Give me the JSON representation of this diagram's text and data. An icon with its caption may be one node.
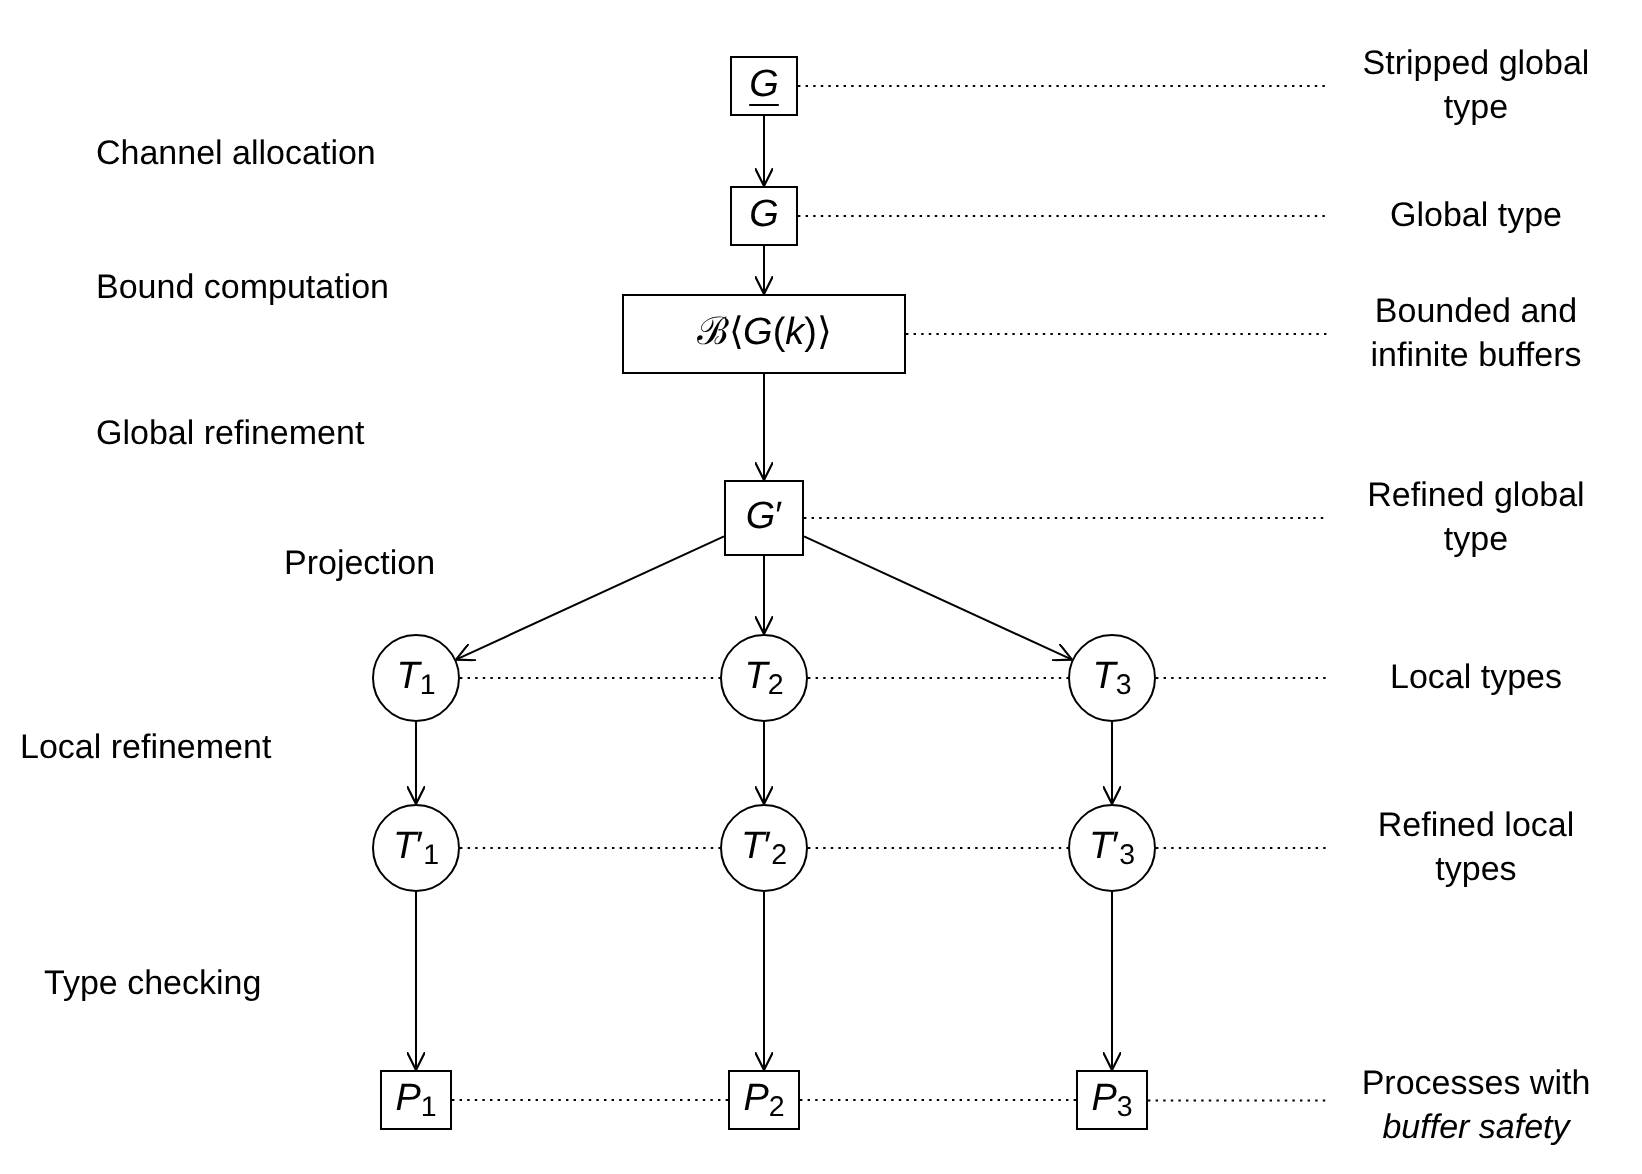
{
  "diagram": {
    "nodes": [
      {
        "text": [
          "*G*"
        ]
      },
      {
        "text": [
          "*G*"
        ]
      },
      {
        "text": [
          "ℬ⟨*G*(*k*)⟩"
        ]
      },
      {
        "text": [
          "*G*′"
        ]
      },
      {
        "text": [
          "*T*$_{1}$"
        ]
      },
      {
        "text": [
          "*T*$_{2}$"
        ]
      },
      {
        "text": [
          "*T*$_{3}$"
        ]
      },
      {
        "text": [
          "*T*′$_{1}$"
        ]
      },
      {
        "text": [
          "*T*′$_{2}$"
        ]
      },
      {
        "text": [
          "*T*′$_{3}$"
        ]
      },
      {
        "text": [
          "*P*$_{1}$"
        ]
      },
      {
        "text": [
          "*P*$_{2}$"
        ]
      },
      {
        "text": [
          "*P*$_{3}$"
        ]
      },
      {
        "text": [
          "Stripped global type"
        ]
      },
      {
        "text": [
          "Global type"
        ]
      },
      {
        "text": [
          "Bounded and infinite buffers"
        ]
      },
      {
        "text": [
          "Refined global type"
        ]
      },
      {
        "text": [
          "Local types"
        ]
      },
      {
        "text": [
          "Refined local types"
        ]
      },
      {
        "text": [
          "Processes with *buffer safety*"
        ]
      }
    ],
    "edges": [
      {
        "from": 0,
        "to": 1,
        "arrow": "to"
      },
      {
        "from": 1,
        "to": 2,
        "arrow": "to"
      },
      {
        "from": 2,
        "to": 3,
        "arrow": "to"
      },
      {
        "from": 3,
        "to": 4,
        "arrow": "to"
      },
      {
        "from": 3,
        "to": 5,
        "arrow": "to"
      },
      {
        "from": 3,
        "to": 6,
        "arrow": "to"
      },
      {
        "from": 4,
        "to": 7,
        "arrow": "to"
      },
      {
        "from": 5,
        "to": 8,
        "arrow": "to"
      },
      {
        "from": 6,
        "to": 9,
        "arrow": "to"
      },
      {
        "from": 7,
        "to": 10,
        "arrow": "to"
      },
      {
        "from": 8,
        "to": 11,
        "arrow": "to"
      },
      {
        "from": 9,
        "to": 12,
        "arrow": "to"
      },
      {
        "from": 0,
        "to": 13,
        "arrow": "none",
        "style": "dashed"
      },
      {
        "from": 1,
        "to": 14,
        "arrow": "none",
        "style": "dashed"
      },
      {
        "from": 2,
        "to": 15,
        "arrow": "none",
        "style": "dashed"
      },
      {
        "from": 3,
        "to": 16,
        "arrow": "none",
        "style": "dashed"
      },
      {
        "from": 4,
        "to": 5,
        "arrow": "none",
        "style": "dashed"
      },
      {
        "from": 5,
        "to": 6,
        "arrow": "none",
        "style": "dashed"
      },
      {
        "from": 6,
        "to": 17,
        "arrow": "none",
        "style": "dashed"
      },
      {
        "from": 7,
        "to": 8,
        "arrow": "none",
        "style": "dashed"
      },
      {
        "from": 8,
        "to": 9,
        "arrow": "none",
        "style": "dashed"
      },
      {
        "from": 9,
        "to": 18,
        "arrow": "none",
        "style": "dashed"
      },
      {
        "from": 10,
        "to": 11,
        "arrow": "none",
        "style": "dashed"
      },
      {
        "from": 11,
        "to": 12,
        "arrow": "none",
        "style": "dashed"
      },
      {
        "from": 12,
        "to": 19,
        "arrow": "none",
        "style": "dashed"
      }
    ],
    "labels": [
      "Channel allocation",
      "Bound computation",
      "Global refinement",
      "Projection",
      "Local refinement",
      "Type checking"
    ]
  }
}
